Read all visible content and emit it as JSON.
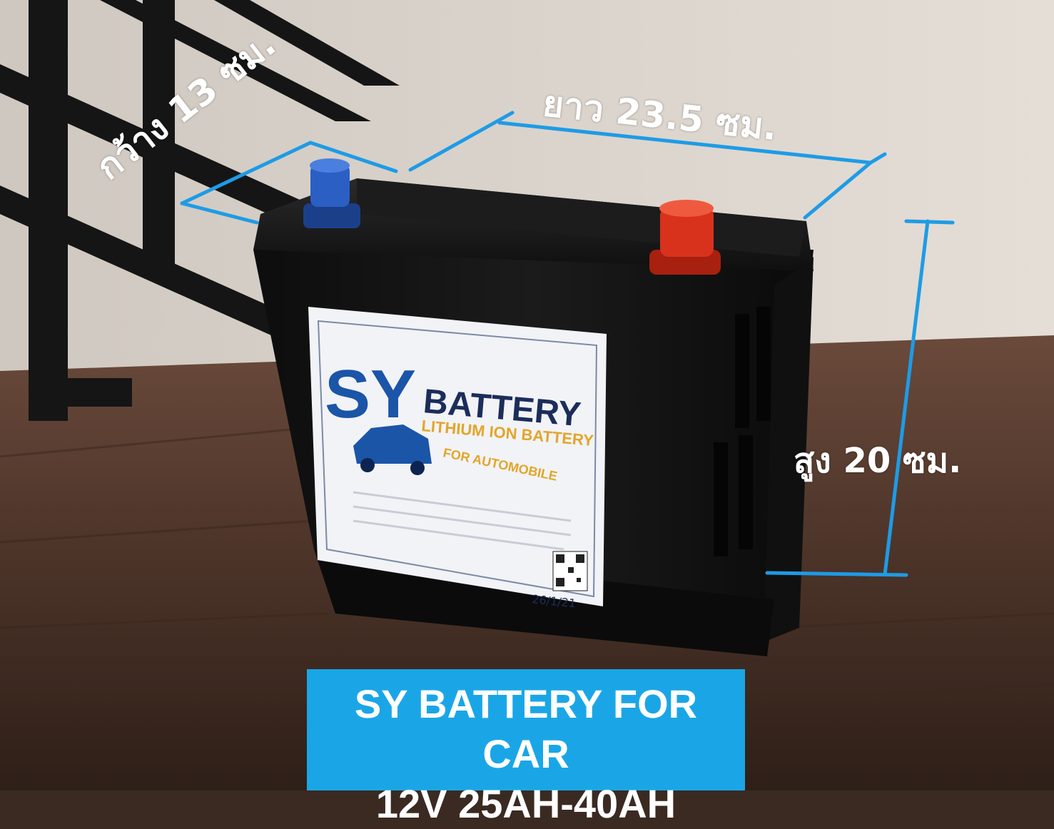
{
  "photo": {
    "subject": "car-battery",
    "label": {
      "brand_big": "SY",
      "brand_word": "BATTERY",
      "subtitle_1": "LITHIUM ION BATTERY",
      "subtitle_2": "FOR AUTOMOBILE",
      "handwritten_date": "26/1/21"
    }
  },
  "dimensions": {
    "width_label": "กว้าง 13 ซม.",
    "length_label": "ยาว 23.5 ซม.",
    "height_label": "สูง 20 ซม."
  },
  "caption": {
    "line1": "SY BATTERY FOR CAR",
    "line2": "12V 25AH-40AH"
  },
  "colors": {
    "dimension_lines": "#1e9be6",
    "caption_bg": "#1aa6e6",
    "wall": "#dcd6cf",
    "table": "#4a3328",
    "battery": "#151515",
    "terminal_negative": "#2b5fc4",
    "terminal_positive": "#d8321d",
    "brand_blue": "#1b55a8",
    "brand_gold": "#e3a52a"
  }
}
